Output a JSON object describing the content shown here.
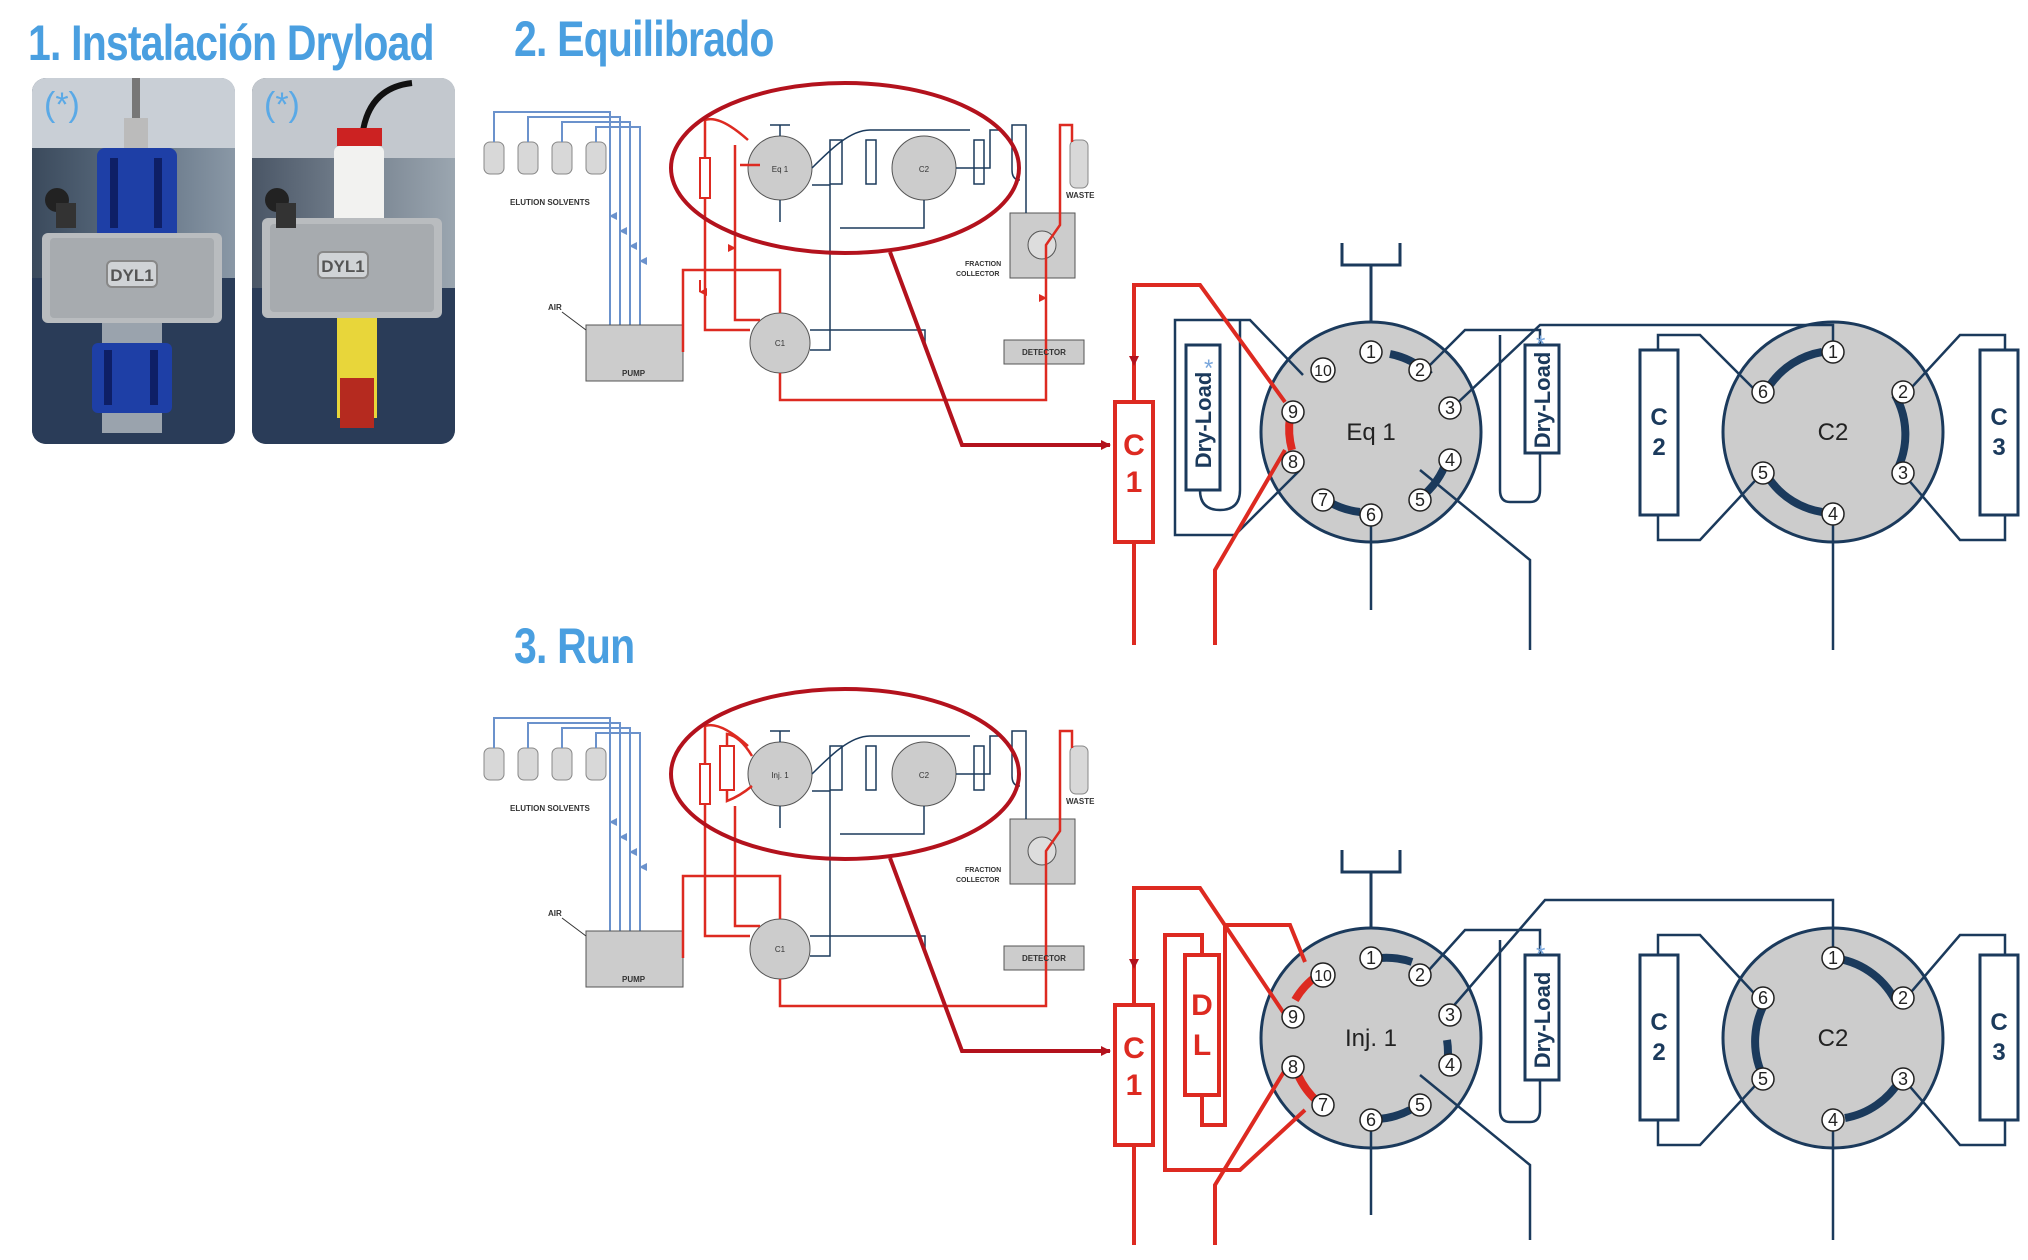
{
  "titles": {
    "step1": "1. Instalación Dryload",
    "step2": "2. Equilibrado",
    "step3": "3. Run"
  },
  "photos": {
    "marker": "(*)",
    "label": "DYL1"
  },
  "mini": {
    "elution_solvents": "ELUTION SOLVENTS",
    "air": "AIR",
    "pump": "PUMP",
    "waste": "WASTE",
    "fraction_collector_1": "FRACTION",
    "fraction_collector_2": "COLLECTOR",
    "detector": "DETECTOR",
    "c1": "C1",
    "c2": "C2",
    "eq1": "Eq 1",
    "inj1": "Inj. 1"
  },
  "detail": {
    "column_c1": [
      "C",
      "1"
    ],
    "column_c2": [
      "C",
      "2"
    ],
    "column_c3": [
      "C",
      "3"
    ],
    "dryload": "Dry-Load",
    "dryload_star": "*",
    "dl": [
      "D",
      "L"
    ],
    "valve_eq": "Eq 1",
    "valve_inj": "Inj. 1",
    "valve_c2": "C2",
    "ports_valve1": [
      "1",
      "2",
      "3",
      "4",
      "5",
      "6",
      "7",
      "8",
      "9",
      "10"
    ],
    "ports_valve2": [
      "1",
      "2",
      "3",
      "4",
      "5",
      "6"
    ]
  },
  "colors": {
    "navy": "#1b3a5c",
    "red": "#dd2a21",
    "dark_red": "#b3121d",
    "light_blue": "#6b92cc",
    "gray": "#cccccc",
    "title_blue": "#4a9fe0"
  }
}
